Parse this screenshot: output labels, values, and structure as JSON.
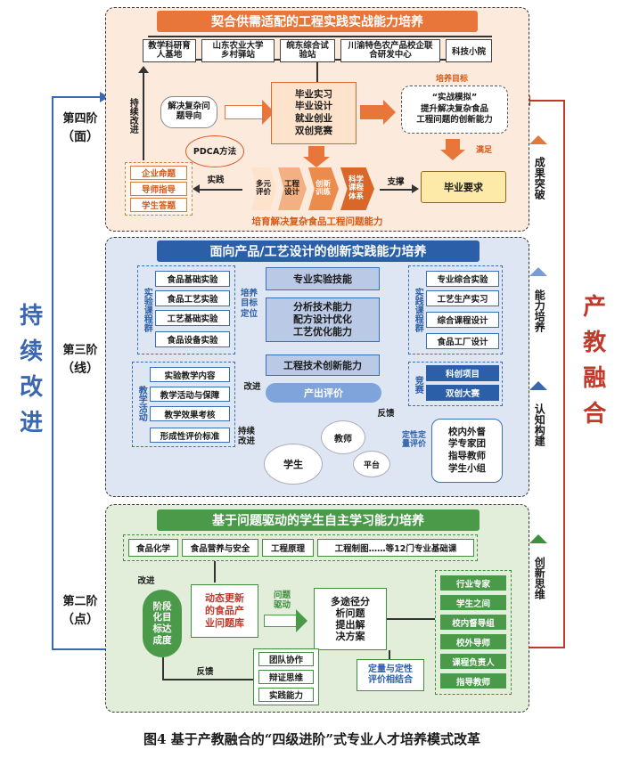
{
  "side": {
    "left": "持续改进",
    "right": "产教融合",
    "blocks": [
      "成果突破",
      "能力培养",
      "认知构建",
      "创新思维"
    ]
  },
  "stage4": {
    "stage": "第四阶",
    "shape": "（面）",
    "title": "契合供需适配的工程实践实战能力培养",
    "bases": [
      "教学科研育人基地",
      "山东农业大学乡村驿站",
      "皖东综合试验站",
      "川渝特色农产品校企联合研发中心",
      "科技小院"
    ],
    "improve": "持续改进",
    "approach": "解决复杂问题导向",
    "center": [
      "毕业实习",
      "毕业设计",
      "就业创业",
      "双创竞赛"
    ],
    "goal_label": "培养目标",
    "goal": [
      "“实战模拟”",
      "提升解决复杂食品",
      "工程问题的创新能力"
    ],
    "pdca": "PDCA方法",
    "satisfy": "满足",
    "enterprise": [
      "企业命题",
      "导师指导",
      "学生答题"
    ],
    "practice": "实践",
    "chevrons": [
      "多元评价",
      "工程设计",
      "创新训练",
      "科学课程体系"
    ],
    "support": "支撑",
    "requirement": "毕业要求",
    "footer": "培育解决复杂食品工程问题能力"
  },
  "stage3": {
    "stage": "第三阶",
    "shape": "（线）",
    "title": "面向产品/工艺设计的创新实践能力培养",
    "exp_label": "实验课程群",
    "exp": [
      "食品基础实验",
      "食品工艺实验",
      "工艺基础实验",
      "食品设备实验"
    ],
    "goal_label": "培养目标定位",
    "center": [
      "专业实验技能",
      "分析技术能力",
      "配方设计优化",
      "工艺优化能力",
      "工程技术创新能力"
    ],
    "prac_label": "实践课程群",
    "prac": [
      "专业综合实验",
      "工艺生产实习",
      "综合课程设计",
      "食品工厂设计"
    ],
    "comp_label": "竞赛",
    "comp": [
      "科创项目",
      "双创大赛"
    ],
    "teach_label": "教学活动",
    "teach": [
      "实验教学内容",
      "教学活动与保障",
      "教学效果考核",
      "形成性评价标准"
    ],
    "improve": "改进",
    "output": "产出评价",
    "feedback": "反馈",
    "eval": "定性定量评价",
    "cont": "持续改进",
    "actors": [
      "教师",
      "学生",
      "平台"
    ],
    "experts": [
      "校内外督",
      "学专家团",
      "指导教师",
      "学生小组"
    ]
  },
  "stage2": {
    "stage": "第二阶",
    "shape": "（点）",
    "title": "基于问题驱动的学生自主学习能力培养",
    "courses": [
      "食品化学",
      "食品营养与安全",
      "工程原理",
      "工程制图……等12门专业基础课"
    ],
    "improve": "改进",
    "phase": [
      "阶段",
      "化目",
      "标达",
      "成度"
    ],
    "library": [
      "动态更新",
      "的食品产",
      "业问题库"
    ],
    "driven": "问题驱动",
    "analysis": [
      "多途径分",
      "析问题",
      "提出解",
      "决方案"
    ],
    "feedback": "反馈",
    "abilities": [
      "团队协作",
      "辩证思维",
      "实践能力"
    ],
    "eval": [
      "定量与定性",
      "评价相结合"
    ],
    "mentors": [
      "行业专家",
      "学生之间",
      "校内督导组",
      "校外导师",
      "课程负责人",
      "指导教师"
    ]
  },
  "caption": "图4 基于产教融合的“四级进阶”式专业人才培养模式改革"
}
